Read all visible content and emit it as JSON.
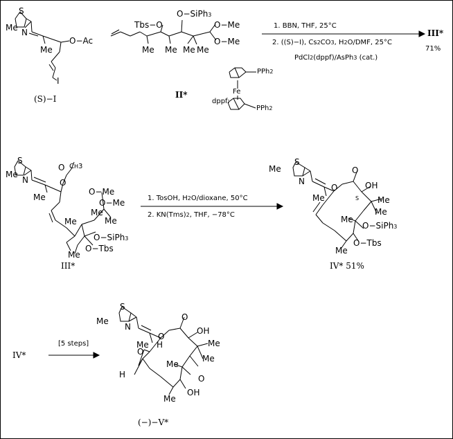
{
  "compounds": {
    "I": "(S)−I",
    "II": "II*",
    "III_product": "III*",
    "III_start": "III*",
    "IV": "IV*",
    "IV_yield": "51%",
    "IV_start": "IV*",
    "V": "(−)−V*"
  },
  "atoms": {
    "me": "Me",
    "s": "S",
    "n": "N",
    "o": "O",
    "oac": "O−Ac",
    "i": "I",
    "tbs_o": "Tbs−O",
    "o_siph3": "O−SiPh",
    "o_me": "O−Me",
    "oh": "OH",
    "h": "H",
    "o_tbs": "O−Tbs",
    "fe": "Fe",
    "pph2": "PPh",
    "dppf_label": "dppf:",
    "s_ring": "S"
  },
  "reaction1": {
    "step1": "1. BBN,  THF,  25°C",
    "step2_a": "2. ((S)−I), Cs",
    "step2_b": "CO",
    "step2_c": ", H",
    "step2_d": "O/DMF, 25°C",
    "catalyst_a": "PdCl",
    "catalyst_b": "(dppf)/AsPh",
    "catalyst_c": " (cat.)",
    "yield": "71%"
  },
  "reaction2": {
    "step1_a": "1. TosOH,  H",
    "step1_b": "O/dioxane,  50°C",
    "step2_a": "2. KN(Tms)",
    "step2_b": ",  THF,  −78°C"
  },
  "reaction3": {
    "label": "[5 steps]"
  }
}
